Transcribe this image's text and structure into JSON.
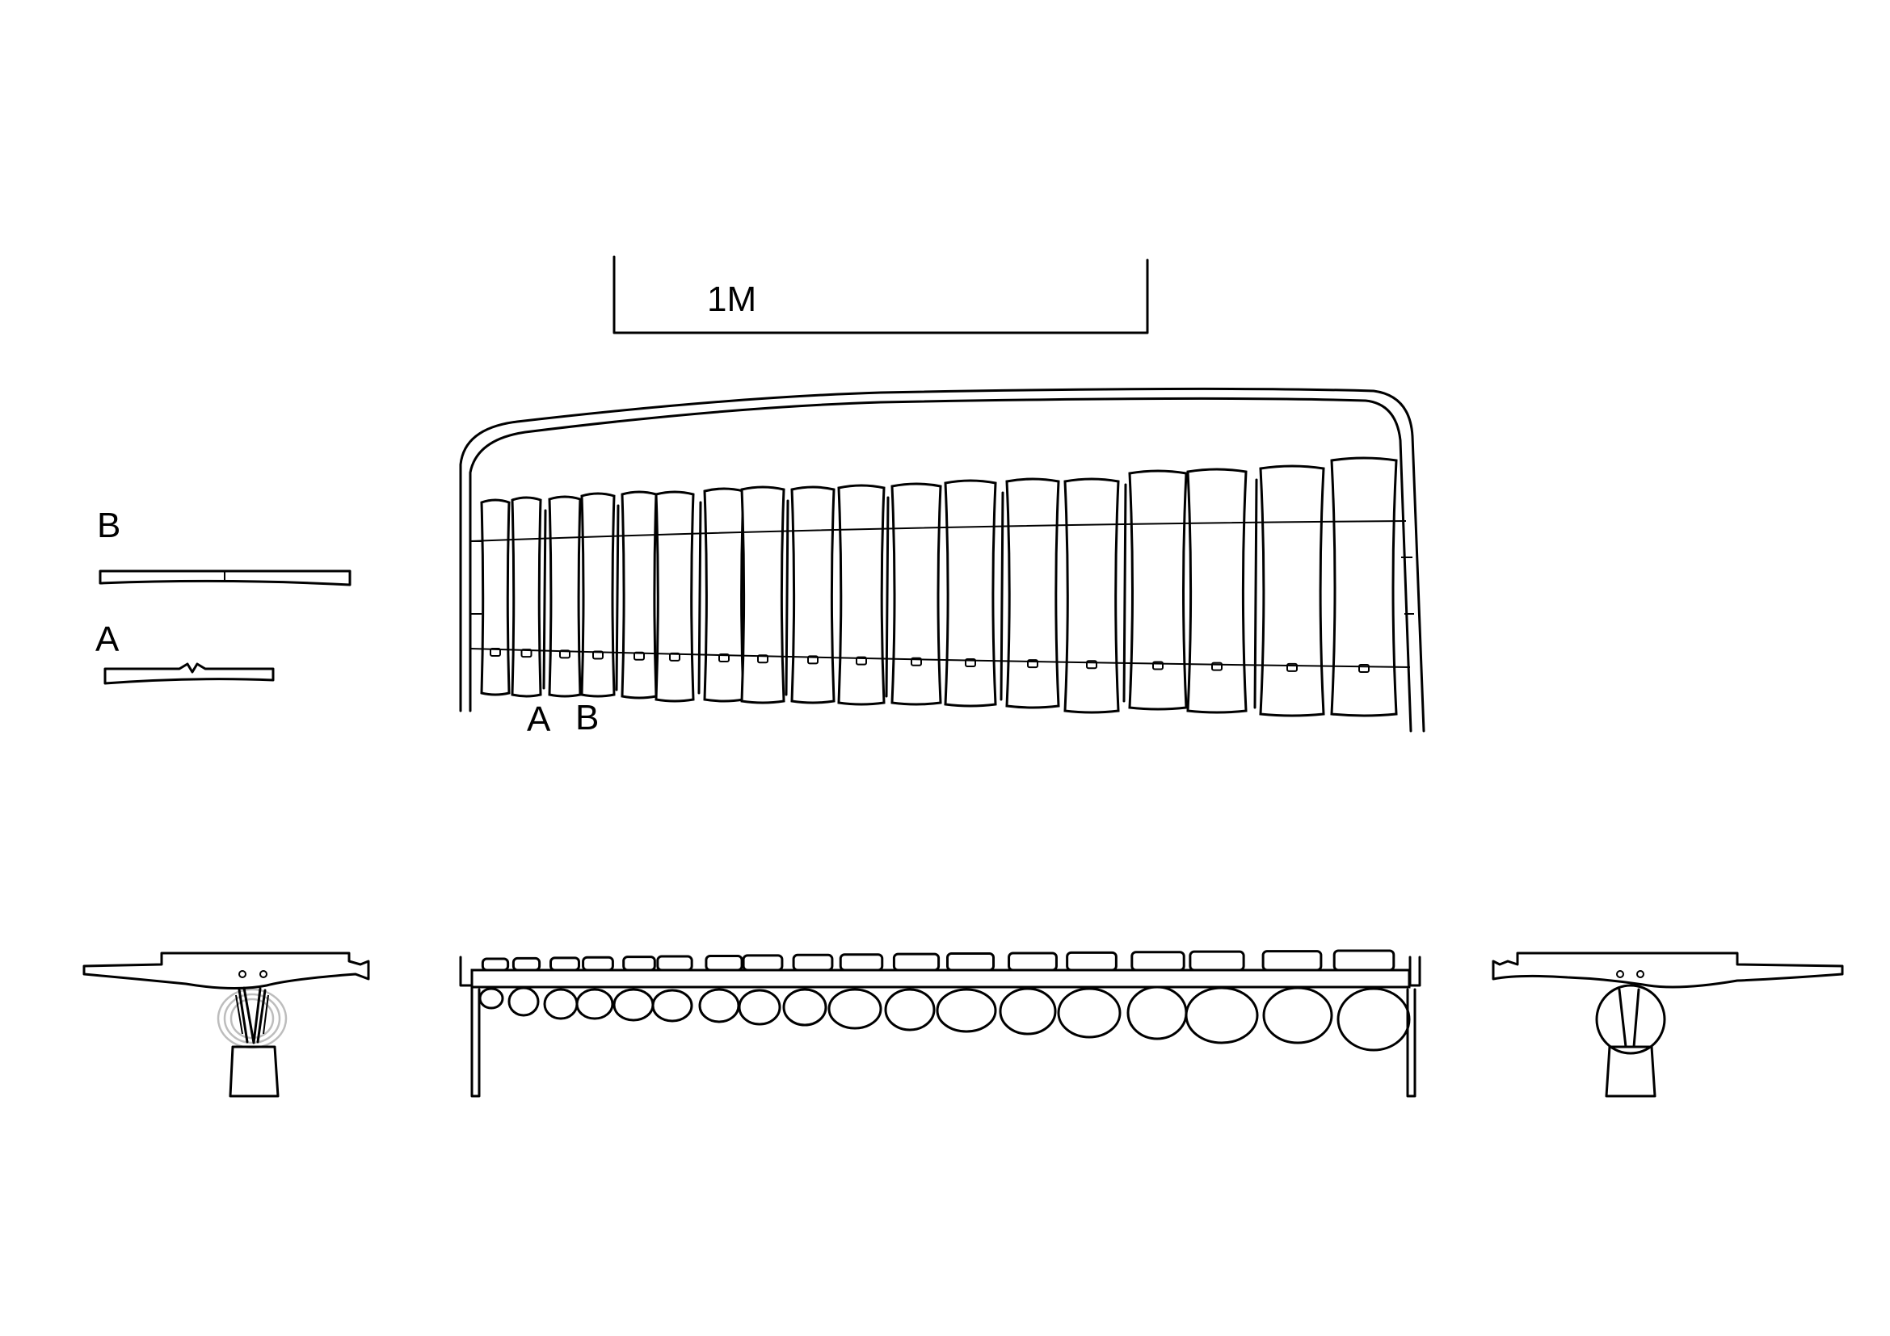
{
  "scale_bar": {
    "label": "1M"
  },
  "section_labels": {
    "b": "B",
    "a": "A"
  },
  "bar_callouts": {
    "a": "A",
    "b": "B"
  },
  "instrument": {
    "key_count": 18
  },
  "colors": {
    "line": "#000000",
    "faint_line": "#bdbdbd",
    "background": "#ffffff"
  }
}
